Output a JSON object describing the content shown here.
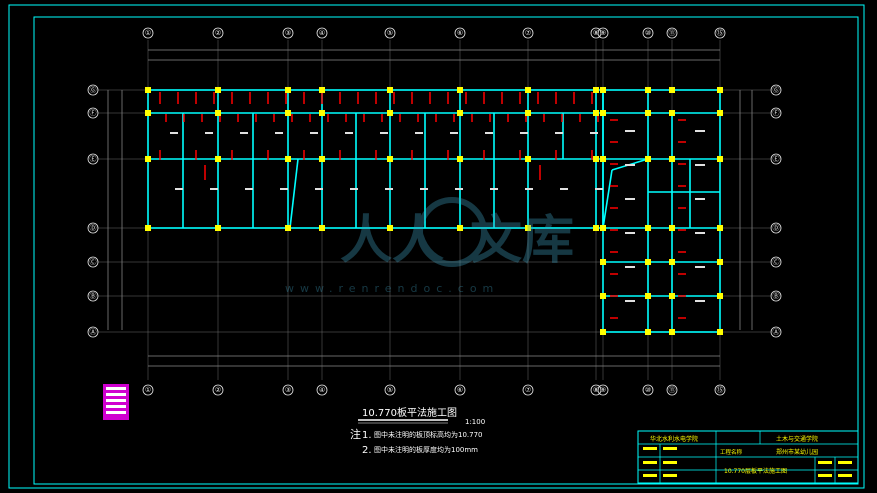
{
  "drawing": {
    "title": "10.770板平法施工图",
    "scale": "1:100",
    "notes_prefix": "注",
    "notes": [
      {
        "num": "1.",
        "text": "图中未注明的板顶标高均为10.770"
      },
      {
        "num": "2.",
        "text": "图中未注明的板厚度均为100mm"
      }
    ],
    "watermark_url": "www.renrendoc.com",
    "axes_top": [
      "①",
      "②",
      "③",
      "④",
      "⑤",
      "⑥",
      "⑦",
      "⑧",
      "⑨",
      "⑩",
      "⑪",
      "⑮"
    ],
    "axes_bottom": [
      "①",
      "②",
      "③",
      "④",
      "⑤",
      "⑥",
      "⑦",
      "⑧",
      "⑨",
      "⑩",
      "⑪",
      "⑮"
    ],
    "axes_left": [
      "Ⓖ",
      "Ⓕ",
      "Ⓔ",
      "Ⓓ",
      "Ⓒ",
      "Ⓑ",
      "Ⓐ"
    ],
    "axes_right": [
      "Ⓖ",
      "Ⓕ",
      "Ⓔ",
      "Ⓓ",
      "Ⓒ",
      "Ⓑ",
      "Ⓐ"
    ]
  },
  "title_block": {
    "school": "华北水利水电学院",
    "dept": "土木与交通学院",
    "project": "郑州市某幼儿园",
    "drawing_name": "10.770层板平法施工图",
    "row2_left": "工程名称"
  },
  "colors": {
    "background": "#000000",
    "frame": "#00ffff",
    "beam": "#00ffff",
    "column": "#ffff00",
    "rebar": "#ff0000",
    "text": "#ffffff"
  }
}
